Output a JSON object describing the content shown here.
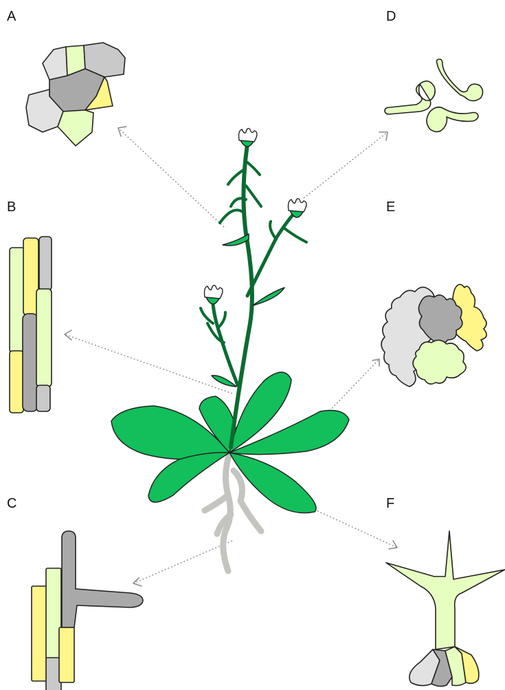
{
  "panel_labels": {
    "a": "A",
    "b": "B",
    "c": "C",
    "d": "D",
    "e": "E",
    "f": "F"
  },
  "colors": {
    "light_gray": "#e2e2e2",
    "mid_gray": "#c9c9c9",
    "dark_gray": "#a9a9a9",
    "pale_green": "#e6ffc0",
    "yellow": "#fff588",
    "leaf_green": "#12bf5a",
    "stem_green": "#0a6b30",
    "root_gray": "#c4c4c0"
  },
  "panels": [
    {
      "label": "A",
      "icon": "pavement-cells"
    },
    {
      "label": "B",
      "icon": "elongated-hypocotyl-cells"
    },
    {
      "label": "C",
      "icon": "root-hair-cell"
    },
    {
      "label": "D",
      "icon": "pollen-tubes"
    },
    {
      "label": "E",
      "icon": "jigsaw-pavement-cells"
    },
    {
      "label": "F",
      "icon": "trichome"
    }
  ]
}
